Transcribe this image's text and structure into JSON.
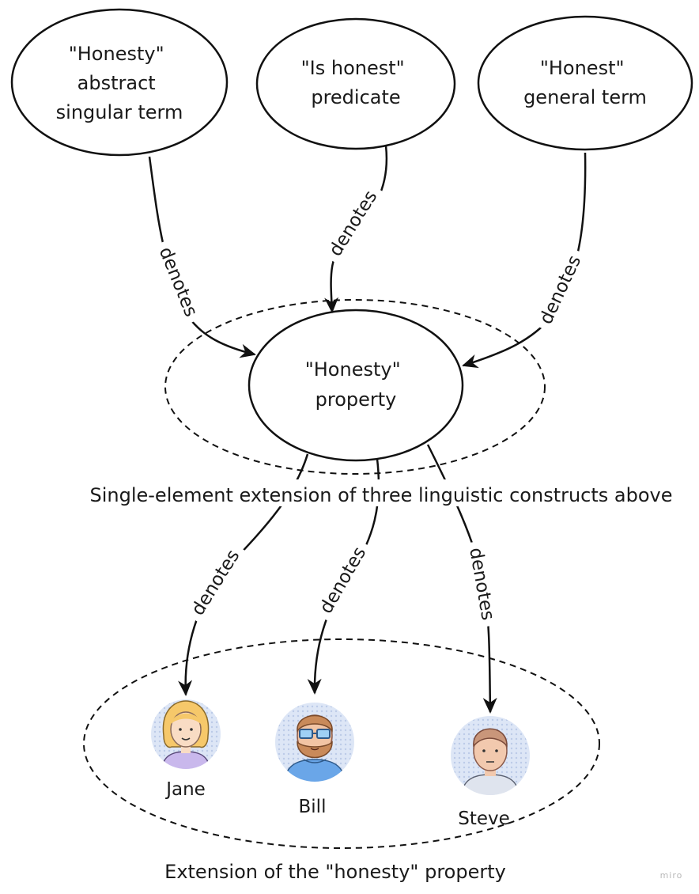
{
  "nodes": {
    "honesty_term": {
      "lines": [
        "\"Honesty\"",
        "abstract",
        "singular term"
      ]
    },
    "is_honest": {
      "lines": [
        "\"Is honest\"",
        "predicate"
      ]
    },
    "honest_general": {
      "lines": [
        "\"Honest\"",
        "general term"
      ]
    },
    "honesty_property": {
      "lines": [
        "\"Honesty\"",
        "property"
      ]
    }
  },
  "edges": {
    "label": "denotes"
  },
  "captions": {
    "single_extension": "Single-element extension of three linguistic constructs above",
    "property_extension": "Extension of the \"honesty\" property"
  },
  "people": [
    {
      "name": "Jane",
      "icon": "woman-avatar-icon"
    },
    {
      "name": "Bill",
      "icon": "bearded-man-avatar-icon"
    },
    {
      "name": "Steve",
      "icon": "man-avatar-icon"
    }
  ],
  "watermark": "miro"
}
